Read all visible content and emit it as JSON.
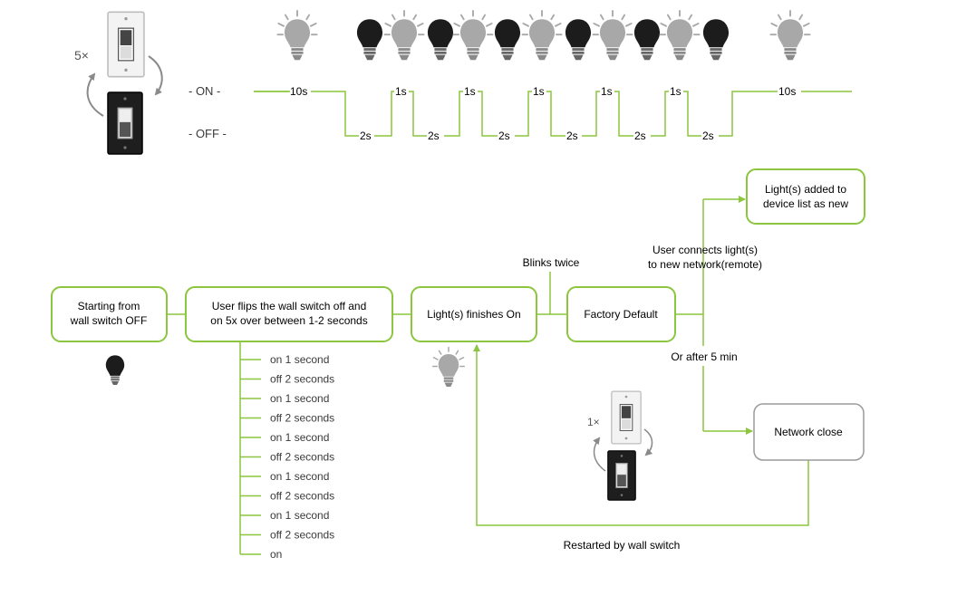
{
  "colors": {
    "accent_green": "#8cc63f",
    "line_gray": "#8a8a8a",
    "text": "#3a3a3a",
    "bulb_on": "#a8a8a8",
    "bulb_off": "#1c1c1c",
    "close_box": "#9a9a9a"
  },
  "icons": {
    "switch": "wall-switch-icon",
    "bulb_on": "bulb-on-icon",
    "bulb_off": "bulb-off-icon",
    "cycle_arrow": "cycle-arrow-icon"
  },
  "top": {
    "repeat_label": "5×",
    "state_on_label": "- ON -",
    "state_off_label": "- OFF -",
    "bulb_sequence": [
      "on",
      "off",
      "on",
      "off",
      "on",
      "off",
      "on",
      "off",
      "on",
      "off",
      "on",
      "off",
      "on"
    ],
    "signal_labels": {
      "on_first": "10s",
      "on_short": [
        "1s",
        "1s",
        "1s",
        "1s",
        "1s"
      ],
      "off": [
        "2s",
        "2s",
        "2s",
        "2s",
        "2s",
        "2s"
      ],
      "on_last": "10s"
    }
  },
  "flow": {
    "start_box": [
      "Starting from",
      "wall switch OFF"
    ],
    "flip_box": [
      "User flips the wall switch off and",
      "on 5x over between 1-2 seconds"
    ],
    "finish_box": "Light(s) finishes On",
    "default_box": "Factory Default",
    "added_box": [
      "Light(s) added to",
      "device list as new"
    ],
    "close_box": "Network close",
    "blinks_label": "Blinks twice",
    "connect_label": [
      "User connects light(s)",
      "to new network(remote)"
    ],
    "after_label": "Or after 5 min",
    "restart_label": "Restarted by wall switch",
    "restart_repeat_label": "1×",
    "steps": [
      "on 1 second",
      "off 2 seconds",
      "on 1 second",
      "off 2 seconds",
      "on 1 second",
      "off 2 seconds",
      "on 1 second",
      "off 2 seconds",
      "on 1 second",
      "off 2 seconds",
      "on"
    ]
  }
}
